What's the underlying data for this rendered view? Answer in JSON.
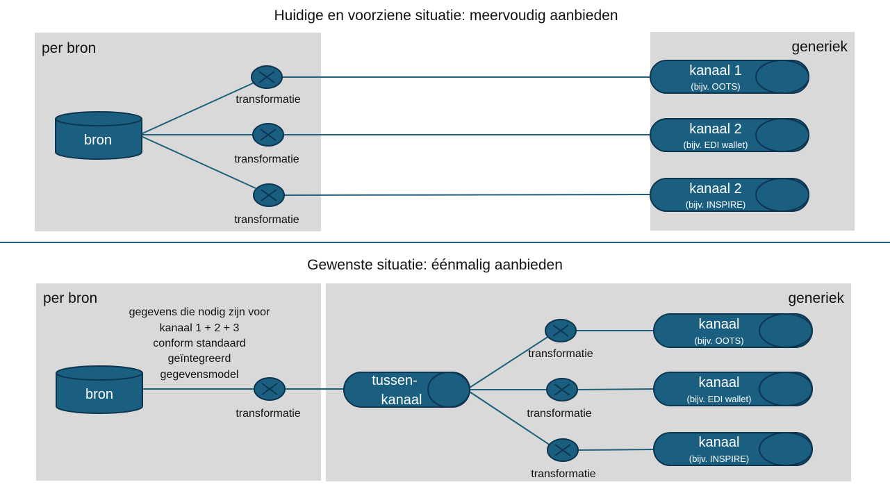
{
  "top": {
    "title": "Huidige en voorziene situatie: meervoudig aanbieden",
    "left_region": "per bron",
    "right_region": "generiek",
    "source": "bron",
    "transform_label": "transformatie",
    "channels": [
      {
        "name": "kanaal 1",
        "example": "(bijv. OOTS)"
      },
      {
        "name": "kanaal 2",
        "example": "(bijv. EDI wallet)"
      },
      {
        "name": "kanaal 2",
        "example": "(bijv. INSPIRE)"
      }
    ]
  },
  "bottom": {
    "title": "Gewenste situatie: éénmalig aanbieden",
    "left_region": "per bron",
    "right_region": "generiek",
    "source": "bron",
    "note_lines": [
      "gegevens die nodig zijn voor",
      "kanaal 1 + 2 + 3",
      "conform standaard",
      "geïntegreerd",
      "gegevensmodel"
    ],
    "transform_label": "transformatie",
    "intermediate": [
      "tussen-",
      "kanaal"
    ],
    "channels": [
      {
        "name": "kanaal",
        "example": "(bijv. OOTS)"
      },
      {
        "name": "kanaal",
        "example": "(bijv. EDI wallet)"
      },
      {
        "name": "kanaal",
        "example": "(bijv. INSPIRE)"
      }
    ]
  },
  "colors": {
    "node_fill": "#1a5e80",
    "node_stroke": "#0d3550",
    "line": "#1f5f78",
    "panel": "#d9d9d9",
    "separator": "#1f5f78"
  }
}
